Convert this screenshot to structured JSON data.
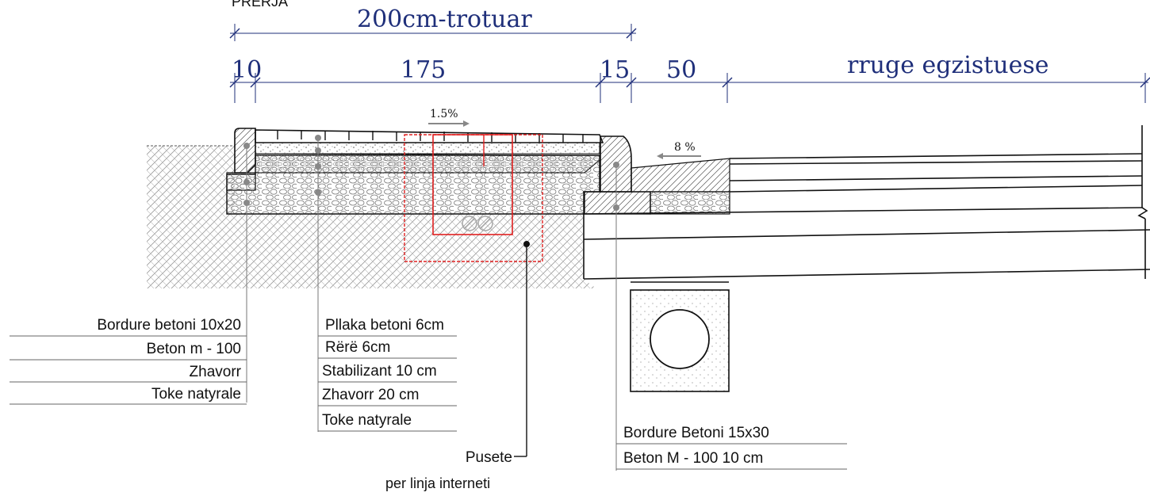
{
  "title": "PRERJA",
  "dimensions": {
    "total": "200cm-trotuar",
    "seg1": "10",
    "seg2": "175",
    "seg3": "15",
    "seg4": "50",
    "road": "rruge egzistuese"
  },
  "slopes": {
    "sidewalk": "1.5%",
    "road": "8 %"
  },
  "notes_left": [
    "Bordure betoni 10x20",
    "Beton m - 100",
    "Zhavorr",
    "Toke natyrale"
  ],
  "notes_middle": [
    "Pllaka betoni 6cm",
    "Rërë 6cm",
    "Stabilizant  10 cm",
    "Zhavorr  20 cm",
    "Toke natyrale"
  ],
  "notes_right": [
    "Bordure Betoni 15x30",
    "Beton M - 100   10 cm"
  ],
  "pusete": {
    "label": "Pusete",
    "sublabel": "per linja interneti"
  },
  "colors": {
    "dimension_text": "#1f2f7a",
    "line": "#111111",
    "highlight": "#e02020",
    "pattern": "#9a9a9a"
  }
}
